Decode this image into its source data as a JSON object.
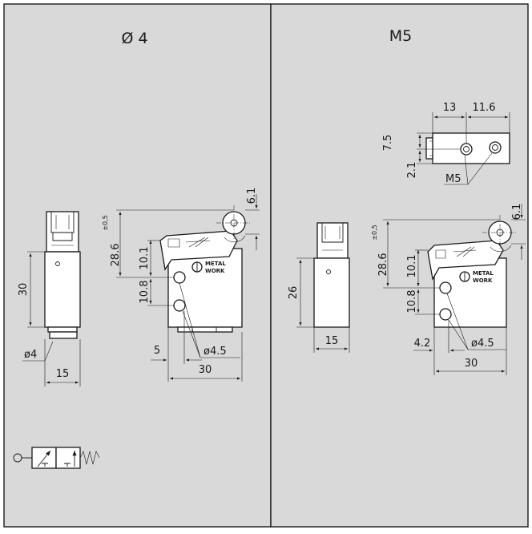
{
  "panels": {
    "left": {
      "title": "Ø 4",
      "side_view": {
        "height": "30",
        "width": "15",
        "port": "ø4"
      },
      "front_view": {
        "tolerance": "±0,5",
        "overall_height": "28.6",
        "roller_offset": "6.1",
        "upper_spacing": "10.1",
        "port_spacing": "10.8",
        "edge_offset": "5",
        "hole": "ø4.5",
        "width": "30",
        "logo_line1": "METAL",
        "logo_line2": "WORK"
      }
    },
    "right": {
      "title": "M5",
      "top_view": {
        "width_a": "13",
        "width_b": "11.6",
        "height_a": "7.5",
        "height_b": "2.1",
        "port": "M5"
      },
      "side_view": {
        "height": "26",
        "width": "15"
      },
      "front_view": {
        "tolerance": "±0,5",
        "overall_height": "28.6",
        "roller_offset": "6.1",
        "upper_spacing": "10.1",
        "port_spacing": "10.8",
        "edge_offset": "4.2",
        "hole": "ø4.5",
        "width": "30",
        "logo_line1": "METAL",
        "logo_line2": "WORK"
      }
    }
  },
  "colors": {
    "background": "#d9d9d9",
    "line": "#1a1a1a",
    "fill": "#ffffff"
  }
}
